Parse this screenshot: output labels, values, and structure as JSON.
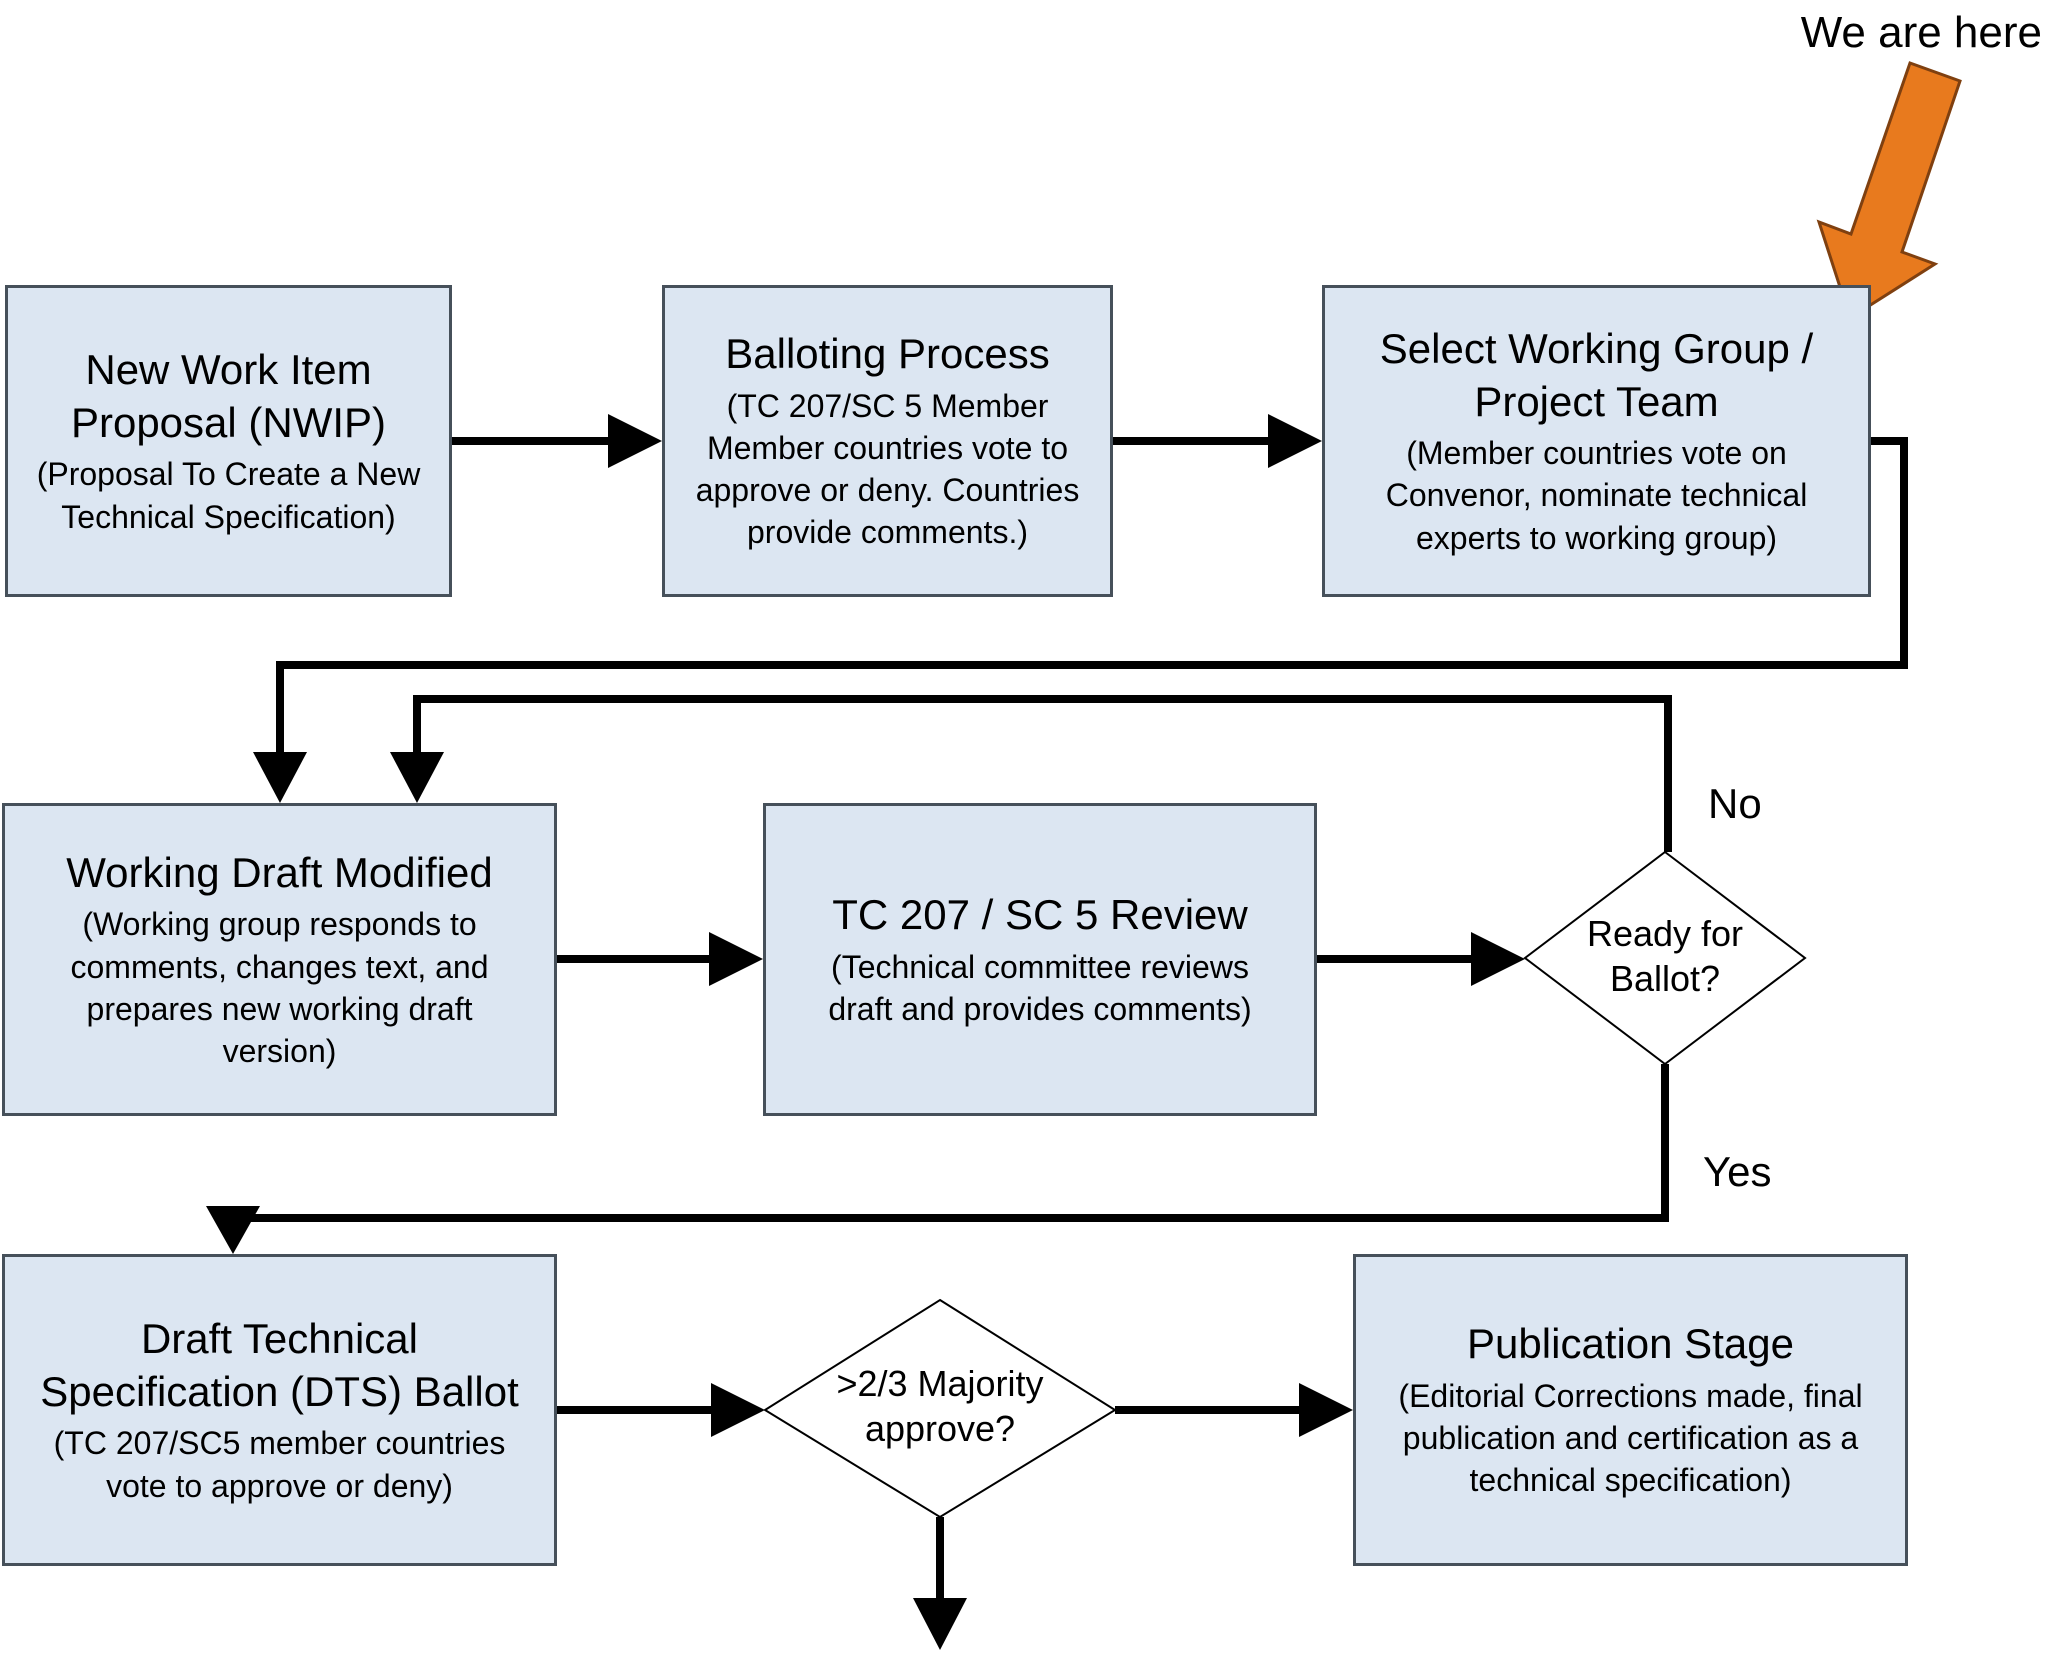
{
  "labels": {
    "we_are_here": "We are here",
    "no": "No",
    "yes": "Yes"
  },
  "boxes": [
    {
      "id": "nwip",
      "title": "New Work Item\nProposal (NWIP)",
      "subtitle": "(Proposal To Create a New\nTechnical Specification)"
    },
    {
      "id": "balloting",
      "title": "Balloting Process",
      "subtitle": "(TC 207/SC 5 Member\nMember countries vote to\napprove or deny. Countries\nprovide comments.)"
    },
    {
      "id": "select-wg",
      "title": "Select Working Group /\nProject Team",
      "subtitle": "(Member countries vote on\nConvenor, nominate technical\nexperts to working group)"
    },
    {
      "id": "working-draft",
      "title": "Working Draft Modified",
      "subtitle": "(Working group responds to\ncomments, changes text, and\nprepares new working draft\nversion)"
    },
    {
      "id": "tc-review",
      "title": "TC 207 / SC 5 Review",
      "subtitle": "(Technical committee reviews\ndraft and provides comments)"
    },
    {
      "id": "dts-ballot",
      "title": "Draft Technical\nSpecification (DTS) Ballot",
      "subtitle": "(TC 207/SC5 member countries\nvote to approve or deny)"
    },
    {
      "id": "publication",
      "title": "Publication Stage",
      "subtitle": "(Editorial Corrections made, final\npublication and certification as a\ntechnical specification)"
    }
  ],
  "decisions": [
    {
      "id": "ready-for-ballot",
      "label": "Ready for\nBallot?"
    },
    {
      "id": "majority-approve",
      "label": ">2/3 Majority\napprove?"
    }
  ],
  "colors": {
    "box_fill": "#dce6f2",
    "box_border": "#46505a",
    "connector": "#000000",
    "orange_arrow": "#e87a1e"
  }
}
